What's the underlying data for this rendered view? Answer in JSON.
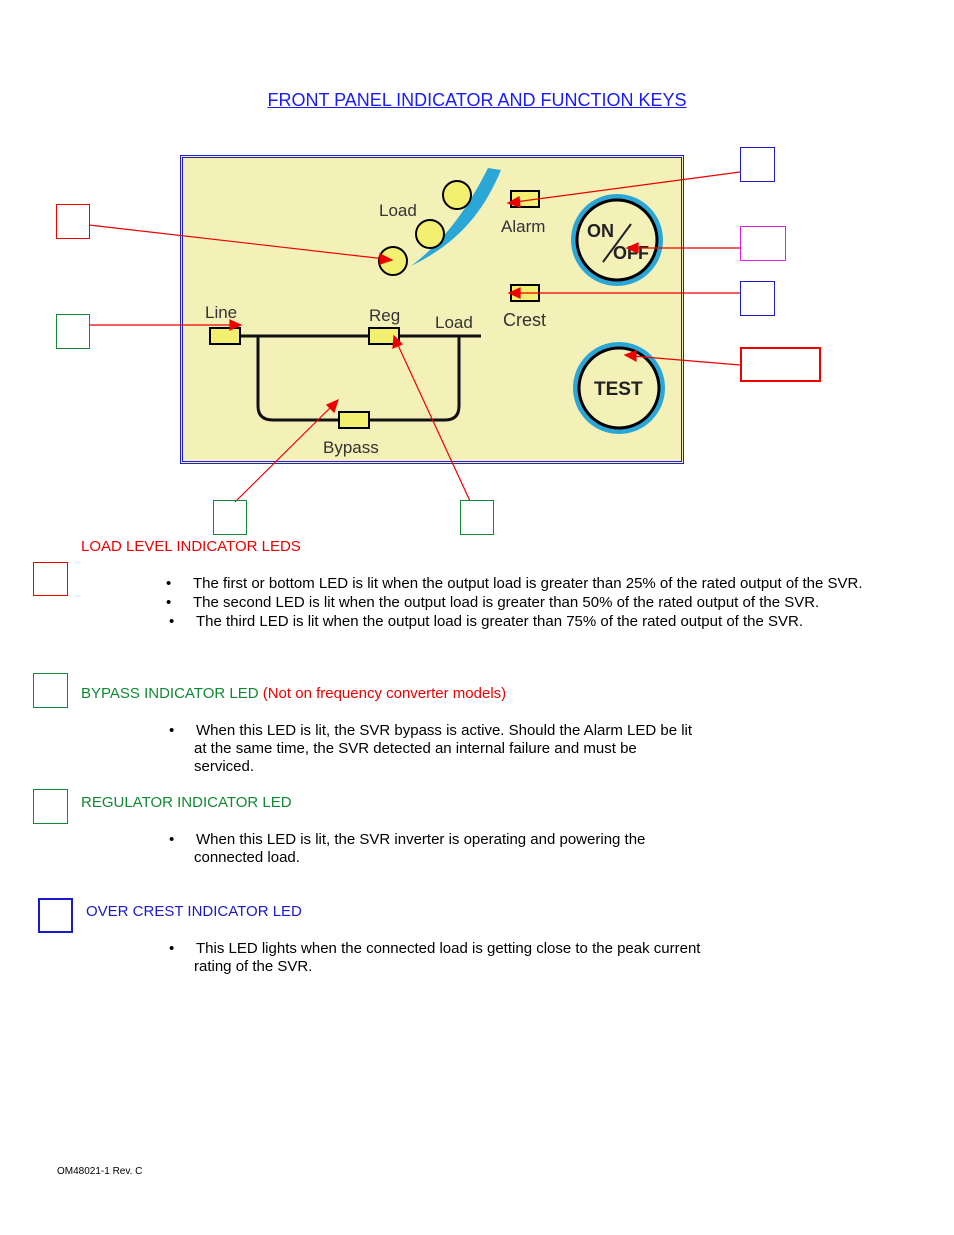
{
  "title": "FRONT PANEL INDICATOR AND FUNCTION KEYS",
  "panel": {
    "load_label": "Load",
    "alarm_label": "Alarm",
    "on_label": "ON",
    "off_label": "OFF",
    "line_label": "Line",
    "reg_label": "Reg",
    "load2_label": "Load",
    "crest_label": "Crest",
    "test_label": "TEST",
    "bypass_label": "Bypass"
  },
  "colors": {
    "red": "#ee0000",
    "green": "#118833",
    "blue": "#1a1acc",
    "magenta": "#dd22dd"
  },
  "sections": {
    "load_level": {
      "heading": "LOAD LEVEL INDICATOR LEDS",
      "bullets": [
        "The first or bottom LED is lit when the output load is greater than 25% of the rated output of the SVR.",
        "The second LED is lit when the output load is greater than 50% of the rated output of the SVR.",
        "The third LED is lit when the output load is greater than 75% of the rated output of the SVR."
      ]
    },
    "bypass": {
      "heading": "BYPASS INDICATOR LED",
      "note": "(Not on frequency converter models)",
      "bullet_lines": [
        "When this LED is lit, the SVR bypass is active.  Should the Alarm LED be lit",
        "at the same time, the SVR detected an internal failure and must be",
        "serviced."
      ]
    },
    "regulator": {
      "heading": "REGULATOR INDICATOR LED",
      "bullet_lines": [
        "When this LED is lit, the SVR inverter is operating and powering the",
        "connected load."
      ]
    },
    "over_crest": {
      "heading": "OVER CREST INDICATOR LED",
      "bullet_lines": [
        "This LED lights when the connected load is getting close to the peak current",
        "rating of the SVR."
      ]
    }
  },
  "footer": "OM48021-1 Rev. C"
}
